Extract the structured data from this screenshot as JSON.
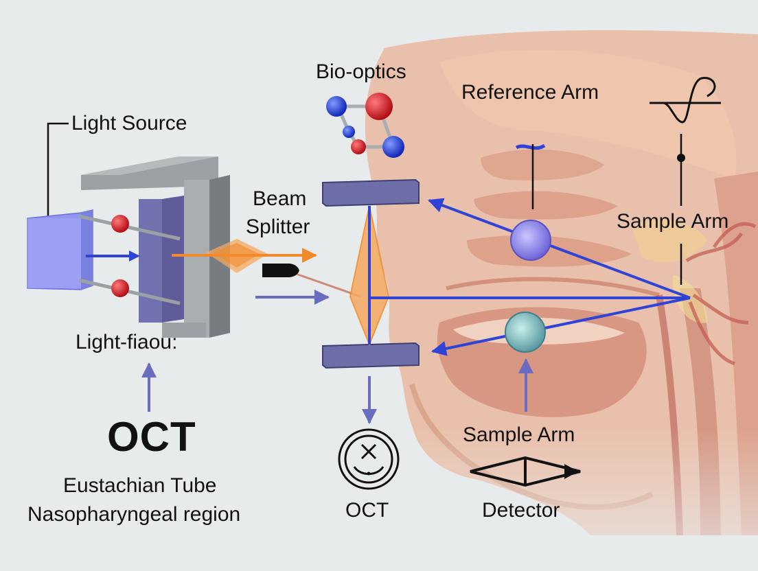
{
  "labels": {
    "light_source": "Light Source",
    "bio_optics": "Bio-optics",
    "reference_arm": "Reference Arm",
    "beam_splitter_line1": "Beam",
    "beam_splitter_line2": "Splitter",
    "sample_arm_right": "Sample Arm",
    "light_fiber": "Light-fiaou:",
    "oct_big": "OCT",
    "eustachian_tube": "Eustachian Tube",
    "nasopharyngeal": "Nasopharyngeal region",
    "oct_small": "OCT",
    "sample_arm_bottom": "Sample Arm",
    "detector": "Detector"
  },
  "colors": {
    "background": "#e8ebec",
    "beam_blue": "#2f43d6",
    "arrow_violet": "#6a6cc0",
    "beam_orange": "#f08a2a",
    "atom_red": "#c8141c",
    "atom_blue": "#1b35d0",
    "anatomy": "#e9b8a0"
  },
  "icons": [
    "light-source-cube-icon",
    "molecule-icon",
    "wave-symbol-icon",
    "face-sensor-icon",
    "detector-diamond-icon"
  ]
}
